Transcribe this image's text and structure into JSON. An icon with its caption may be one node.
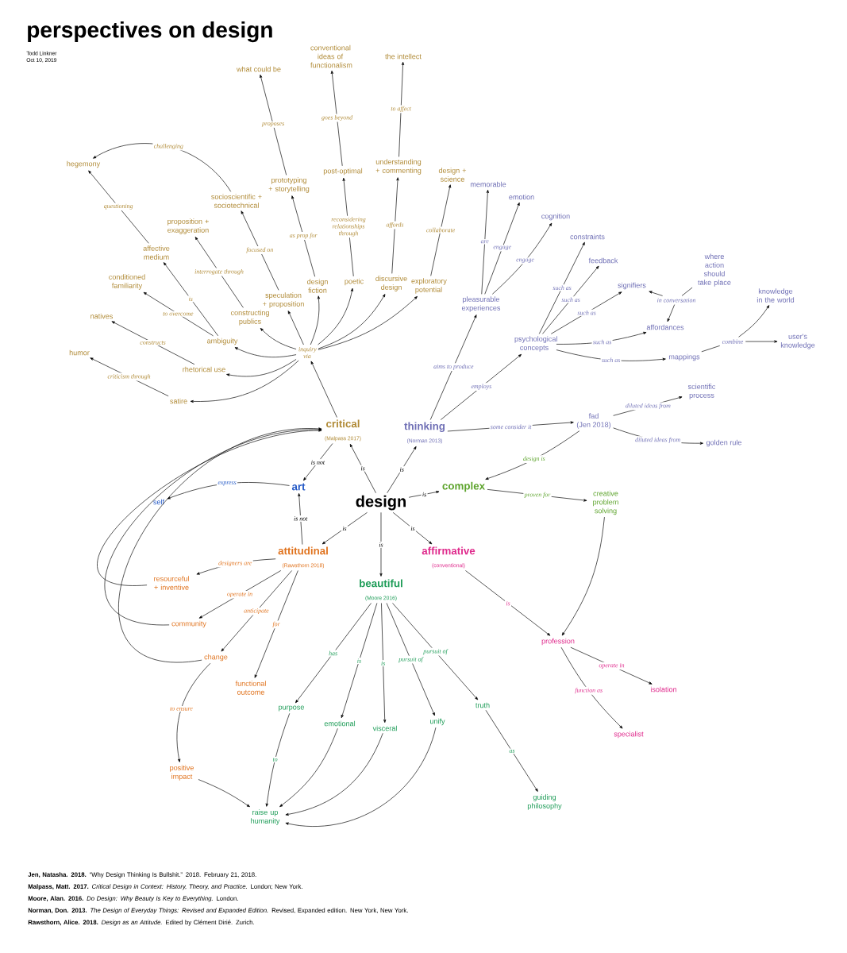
{
  "diagram": {
    "title": "perspectives on design",
    "nodes": [
      {
        "text": [
          "design"
        ]
      },
      {
        "text": [
          "critical",
          "(Malpass 2017)"
        ]
      },
      {
        "text": [
          "thinking",
          "(Norman 2013)"
        ]
      },
      {
        "text": [
          "art"
        ]
      },
      {
        "text": [
          "complex"
        ]
      },
      {
        "text": [
          "attitudinal",
          "(Rawsthorn 2018)"
        ]
      },
      {
        "text": [
          "beautiful",
          "(Moore 2016)"
        ]
      },
      {
        "text": [
          "affirmative",
          "(conventional)"
        ]
      },
      {
        "text": [
          "inquiry via"
        ]
      },
      {
        "text": [
          "satire"
        ]
      },
      {
        "text": [
          "humor"
        ]
      },
      {
        "text": [
          "rhetorical use"
        ]
      },
      {
        "text": [
          "natives"
        ]
      },
      {
        "text": [
          "ambiguity"
        ]
      },
      {
        "text": [
          "conditioned familiarity"
        ]
      },
      {
        "text": [
          "affective medium"
        ]
      },
      {
        "text": [
          "constructing publics"
        ]
      },
      {
        "text": [
          "proposition + exaggeration"
        ]
      },
      {
        "text": [
          "speculation + proposition"
        ]
      },
      {
        "text": [
          "socioscientific + sociotechnical"
        ]
      },
      {
        "text": [
          "hegemony"
        ]
      },
      {
        "text": [
          "design fiction"
        ]
      },
      {
        "text": [
          "prototyping + storytelling"
        ]
      },
      {
        "text": [
          "what could be"
        ]
      },
      {
        "text": [
          "poetic"
        ]
      },
      {
        "text": [
          "post-optimal"
        ]
      },
      {
        "text": [
          "conventional ideas of functionalism"
        ]
      },
      {
        "text": [
          "discursive design"
        ]
      },
      {
        "text": [
          "understanding + commenting"
        ]
      },
      {
        "text": [
          "the intellect"
        ]
      },
      {
        "text": [
          "exploratory potential"
        ]
      },
      {
        "text": [
          "design + science"
        ]
      },
      {
        "text": [
          "pleasurable experiences"
        ]
      },
      {
        "text": [
          "memorable"
        ]
      },
      {
        "text": [
          "emotion"
        ]
      },
      {
        "text": [
          "cognition"
        ]
      },
      {
        "text": [
          "psychological concepts"
        ]
      },
      {
        "text": [
          "constraints"
        ]
      },
      {
        "text": [
          "feedback"
        ]
      },
      {
        "text": [
          "signifiers"
        ]
      },
      {
        "text": [
          "in conversation"
        ]
      },
      {
        "text": [
          "where action should take place"
        ]
      },
      {
        "text": [
          "affordances"
        ]
      },
      {
        "text": [
          "mappings"
        ]
      },
      {
        "text": [
          "combine"
        ]
      },
      {
        "text": [
          "knowledge in the world"
        ]
      },
      {
        "text": [
          "user's knowledge"
        ]
      },
      {
        "text": [
          "fad",
          "(Jen 2018)"
        ]
      },
      {
        "text": [
          "scientific process"
        ]
      },
      {
        "text": [
          "golden rule"
        ]
      },
      {
        "text": [
          "self"
        ]
      },
      {
        "text": [
          "creative problem solving"
        ]
      },
      {
        "text": [
          "profession"
        ]
      },
      {
        "text": [
          "isolation"
        ]
      },
      {
        "text": [
          "specialist"
        ]
      },
      {
        "text": [
          "resourceful + inventive"
        ]
      },
      {
        "text": [
          "community"
        ]
      },
      {
        "text": [
          "change"
        ]
      },
      {
        "text": [
          "functional outcome"
        ]
      },
      {
        "text": [
          "positive impact"
        ]
      },
      {
        "text": [
          "raise up humanity"
        ]
      },
      {
        "text": [
          "purpose"
        ]
      },
      {
        "text": [
          "emotional"
        ]
      },
      {
        "text": [
          "visceral"
        ]
      },
      {
        "text": [
          "unify"
        ]
      },
      {
        "text": [
          "truth"
        ]
      },
      {
        "text": [
          "guiding philosophy"
        ]
      }
    ],
    "edges": [
      {
        "from": 0,
        "to": 1,
        "arrow": "to",
        "label": "is"
      },
      {
        "from": 0,
        "to": 2,
        "arrow": "to",
        "label": "is"
      },
      {
        "from": 0,
        "to": 4,
        "arrow": "to",
        "label": "is"
      },
      {
        "from": 0,
        "to": 5,
        "arrow": "to",
        "label": "is"
      },
      {
        "from": 0,
        "to": 6,
        "arrow": "to",
        "label": "is"
      },
      {
        "from": 0,
        "to": 7,
        "arrow": "to",
        "label": "is"
      },
      {
        "from": 1,
        "to": 3,
        "arrow": "to",
        "label": "is not"
      },
      {
        "from": 5,
        "to": 3,
        "arrow": "to",
        "label": "is not"
      },
      {
        "from": 3,
        "to": 50,
        "arrow": "to",
        "label": "express"
      },
      {
        "from": 1,
        "to": 8,
        "arrow": "to"
      },
      {
        "from": 8,
        "to": 9,
        "arrow": "to"
      },
      {
        "from": 8,
        "to": 11,
        "arrow": "to"
      },
      {
        "from": 8,
        "to": 13,
        "arrow": "to"
      },
      {
        "from": 8,
        "to": 16,
        "arrow": "to"
      },
      {
        "from": 8,
        "to": 18,
        "arrow": "to"
      },
      {
        "from": 8,
        "to": 21,
        "arrow": "to"
      },
      {
        "from": 8,
        "to": 24,
        "arrow": "to"
      },
      {
        "from": 8,
        "to": 27,
        "arrow": "to"
      },
      {
        "from": 8,
        "to": 30,
        "arrow": "to"
      },
      {
        "from": 9,
        "to": 10,
        "arrow": "to",
        "label": "criticism through"
      },
      {
        "from": 11,
        "to": 12,
        "arrow": "to",
        "label": "constructs"
      },
      {
        "from": 13,
        "to": 14,
        "arrow": "to",
        "label": "to overcome"
      },
      {
        "from": 13,
        "to": 15,
        "arrow": "to",
        "label": "is"
      },
      {
        "from": 16,
        "to": 17,
        "arrow": "to",
        "label": "interrogate through"
      },
      {
        "from": 18,
        "to": 19,
        "arrow": "to",
        "label": "focused on"
      },
      {
        "from": 19,
        "to": 20,
        "arrow": "to",
        "label": "challenging"
      },
      {
        "from": 15,
        "to": 20,
        "arrow": "to",
        "label": "questioning"
      },
      {
        "from": 21,
        "to": 22,
        "arrow": "to",
        "label": "as prop for"
      },
      {
        "from": 22,
        "to": 23,
        "arrow": "to",
        "label": "proposes"
      },
      {
        "from": 24,
        "to": 25,
        "arrow": "to",
        "label": "reconsidering relationships through"
      },
      {
        "from": 25,
        "to": 26,
        "arrow": "to",
        "label": "goes beyond"
      },
      {
        "from": 27,
        "to": 28,
        "arrow": "to",
        "label": "affords"
      },
      {
        "from": 28,
        "to": 29,
        "arrow": "to",
        "label": "to affect"
      },
      {
        "from": 30,
        "to": 31,
        "arrow": "to",
        "label": "collaborate"
      },
      {
        "from": 2,
        "to": 32,
        "arrow": "to",
        "label": "aims to produce"
      },
      {
        "from": 2,
        "to": 36,
        "arrow": "to",
        "label": "employs"
      },
      {
        "from": 2,
        "to": 47,
        "arrow": "to",
        "label": "some consider it"
      },
      {
        "from": 32,
        "to": 33,
        "arrow": "to",
        "label": "are"
      },
      {
        "from": 32,
        "to": 34,
        "arrow": "to",
        "label": "engage"
      },
      {
        "from": 32,
        "to": 35,
        "arrow": "to",
        "label": "engage"
      },
      {
        "from": 36,
        "to": 37,
        "arrow": "to",
        "label": "such as"
      },
      {
        "from": 36,
        "to": 38,
        "arrow": "to",
        "label": "such as"
      },
      {
        "from": 36,
        "to": 39,
        "arrow": "to",
        "label": "such as"
      },
      {
        "from": 36,
        "to": 42,
        "arrow": "to",
        "label": "such as"
      },
      {
        "from": 36,
        "to": 43,
        "arrow": "to",
        "label": "such as"
      },
      {
        "from": 41,
        "to": 40,
        "arrow": "none"
      },
      {
        "from": 40,
        "to": 39,
        "arrow": "to"
      },
      {
        "from": 40,
        "to": 42,
        "arrow": "to"
      },
      {
        "from": 43,
        "to": 44,
        "arrow": "none"
      },
      {
        "from": 44,
        "to": 45,
        "arrow": "to"
      },
      {
        "from": 44,
        "to": 46,
        "arrow": "to"
      },
      {
        "from": 47,
        "to": 48,
        "arrow": "to",
        "label": "diluted ideas from"
      },
      {
        "from": 47,
        "to": 49,
        "arrow": "to",
        "label": "diluted ideas from"
      },
      {
        "from": 47,
        "to": 4,
        "arrow": "to",
        "label": "design is"
      },
      {
        "from": 4,
        "to": 51,
        "arrow": "to",
        "label": "proven for"
      },
      {
        "from": 51,
        "to": 52,
        "arrow": "to"
      },
      {
        "from": 7,
        "to": 52,
        "arrow": "to",
        "label": "is"
      },
      {
        "from": 52,
        "to": 53,
        "arrow": "to",
        "label": "operate in"
      },
      {
        "from": 52,
        "to": 54,
        "arrow": "to",
        "label": "function as"
      },
      {
        "from": 5,
        "to": 55,
        "arrow": "to",
        "label": "designers are"
      },
      {
        "from": 5,
        "to": 56,
        "arrow": "to",
        "label": "operate in"
      },
      {
        "from": 5,
        "to": 57,
        "arrow": "to",
        "label": "anticipate"
      },
      {
        "from": 5,
        "to": 58,
        "arrow": "to",
        "label": "for"
      },
      {
        "from": 57,
        "to": 59,
        "arrow": "to",
        "label": "to ensure"
      },
      {
        "from": 59,
        "to": 60,
        "arrow": "to"
      },
      {
        "from": 55,
        "to": 1,
        "arrow": "to"
      },
      {
        "from": 56,
        "to": 1,
        "arrow": "to"
      },
      {
        "from": 57,
        "to": 1,
        "arrow": "to"
      },
      {
        "from": 6,
        "to": 61,
        "arrow": "to",
        "label": "has"
      },
      {
        "from": 6,
        "to": 62,
        "arrow": "to",
        "label": "is"
      },
      {
        "from": 6,
        "to": 63,
        "arrow": "to",
        "label": "is"
      },
      {
        "from": 6,
        "to": 64,
        "arrow": "to",
        "label": "pursuit of"
      },
      {
        "from": 6,
        "to": 65,
        "arrow": "to",
        "label": "pursuit of"
      },
      {
        "from": 61,
        "to": 60,
        "arrow": "to",
        "label": "to"
      },
      {
        "from": 62,
        "to": 60,
        "arrow": "to"
      },
      {
        "from": 63,
        "to": 60,
        "arrow": "to"
      },
      {
        "from": 64,
        "to": 60,
        "arrow": "to"
      },
      {
        "from": 65,
        "to": 66,
        "arrow": "to",
        "label": "as"
      }
    ],
    "labels": [
      "Todd Linkner",
      "Oct 10, 2019",
      "**Jen, Natasha. 2018.** “Why Design Thinking Is Bullshit.” 2018. February 21, 2018.",
      "**Malpass, Matt. 2017.** *Critical Design in Context: History, Theory, and Practice.* London; New York.",
      "**Moore, Alan. 2016.** *Do Design: Why Beauty Is Key to Everything.* London.",
      "**Norman, Don. 2013.** *The Design of Everyday Things: Revised and Expanded Edition.* Revised, Expanded edition. New York, New York.",
      "**Rawsthorn, Alice. 2018.** *Design as an Attitude.* Edited by Clément Dirié. Zurich."
    ]
  }
}
